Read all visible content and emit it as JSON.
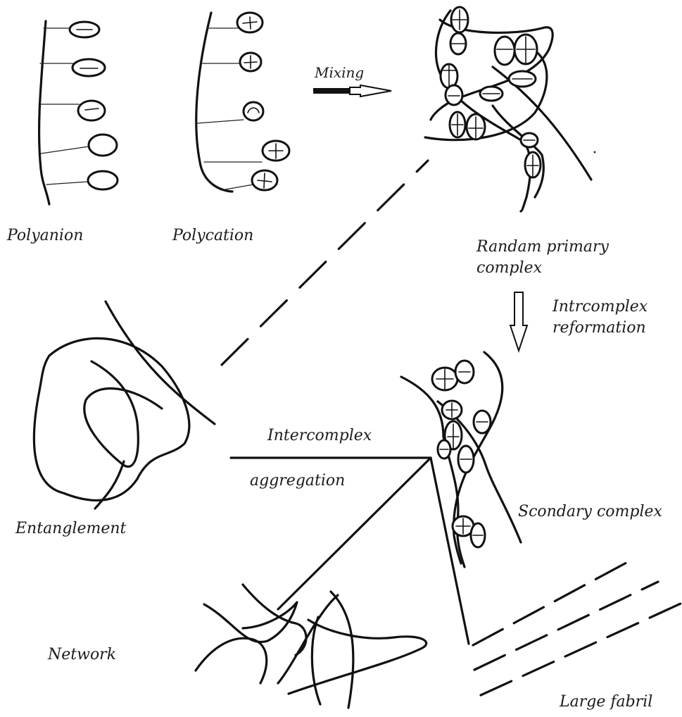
{
  "labels": {
    "polyanion": "Polyanion",
    "polycation": "Polycation",
    "mixing": "Mixing",
    "random_primary_1": "Randam primary",
    "random_primary_2": "complex",
    "intra_1": "Intrcomplex",
    "intra_2": "reformation",
    "inter_1": "Intercomplex",
    "inter_2": "aggregation",
    "entanglement": "Entanglement",
    "secondary": "Scondary complex",
    "network": "Network",
    "large_fibril": "Large fabril"
  }
}
